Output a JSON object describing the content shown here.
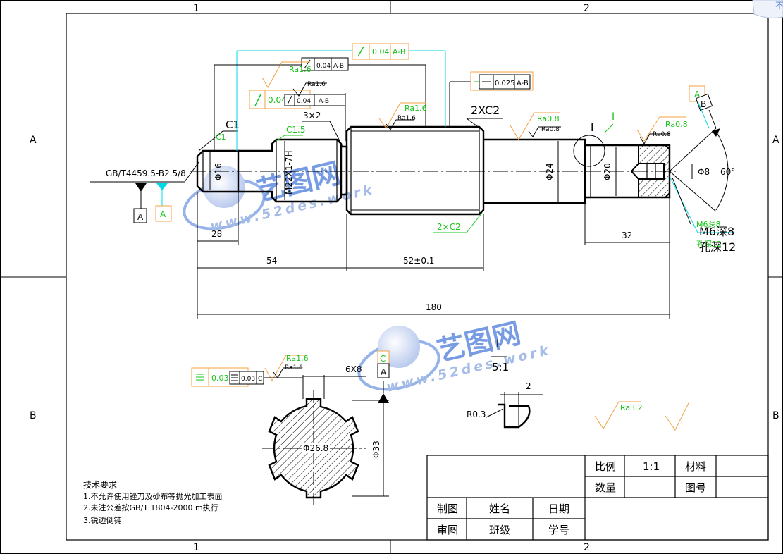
{
  "zone_labels": {
    "col1": "1",
    "col2": "2",
    "row_a": "A",
    "row_b": "B"
  },
  "corner_mark": "不",
  "main_view": {
    "standard_note": "GB/T4459.5-B2.5/8",
    "datum_a": "A",
    "chamfer_c1": "C1",
    "chamfer_c1_small": "C1",
    "chamfer_c15": "C1.5",
    "groove": "3×2",
    "chamfer_2xc2": "2XC2",
    "chamfer_2xc2_bottom": "2×C2",
    "diam_16": "Φ16",
    "thread": "M22X1-7H",
    "diam_24": "Φ24",
    "diam_20": "Φ20",
    "diam_8": "Φ8",
    "angle_60": "60°",
    "detail_mark": "I",
    "hole_note_green1": "M6深8",
    "hole_note_green2": "孔深12",
    "hole_note_black1": "M6深8",
    "hole_note_black2": "孔深12"
  },
  "dimensions": {
    "d28": "28",
    "d54": "54",
    "d52": "52±0.1",
    "d32": "32",
    "d180": "180"
  },
  "roughness": {
    "ra16_top": "Ra1.6",
    "ra16_top_small": "Ra1.6",
    "ra16_mid": "Ra1.6",
    "ra16_mid_small": "Ra1.6",
    "ra08_mid": "Ra0.8",
    "ra08_mid_small": "Ra0.8",
    "ra08_right": "Ra0.8",
    "ra08_right_small": "Ra0.8",
    "ra16_section": "Ra1.6",
    "ra16_section_small": "Ra1.6",
    "ra32": "Ra3.2"
  },
  "tolerance_frames": {
    "runout_green": {
      "value": "0.04",
      "datum": "A-B"
    },
    "runout_black_top": {
      "value": "0.04",
      "datum": "A-B"
    },
    "runout_green_left": {
      "value": "0.04",
      "datum": "A-B"
    },
    "runout_black_left": {
      "value": "0.04",
      "datum": "A-B"
    },
    "straight_black": {
      "value": "0.025",
      "datum": "A-B"
    },
    "datum_b": "B",
    "datum_a_top": "A",
    "sym_green": {
      "value": "0.03",
      "datum": "C"
    },
    "sym_black": {
      "value": "0.03",
      "datum": "C"
    },
    "datum_c": "C",
    "datum_a_section": "A"
  },
  "section_view": {
    "spline": "6X8",
    "diam_268": "Φ26.8",
    "diam_33": "Φ33"
  },
  "detail_view": {
    "label": "I",
    "scale": "5:1",
    "dim_2": "2",
    "radius": "R0.3"
  },
  "watermark": {
    "brand": "艺图网",
    "url": "www.52des.work"
  },
  "title_block": {
    "scale_label": "比例",
    "scale_value": "1:1",
    "material_label": "材料",
    "quantity_label": "数量",
    "drawing_no_label": "图号",
    "drafter_label": "制图",
    "name_label": "姓名",
    "date_label": "日期",
    "checker_label": "审图",
    "class_label": "班级",
    "student_no_label": "学号"
  },
  "tech_requirements": {
    "title": "技术要求",
    "item1": "1.不允许使用锉刀及砂布等抛光加工表面",
    "item2": "2.未注公差按GB/T 1804-2000 m执行",
    "item3": "3.锐边倒钝"
  },
  "colors": {
    "line": "#000000",
    "annotation_green": "#18c418",
    "leader_cyan": "#00d8e8",
    "frame_orange": "#f4a040",
    "watermark_blue": "#3f73d8"
  }
}
